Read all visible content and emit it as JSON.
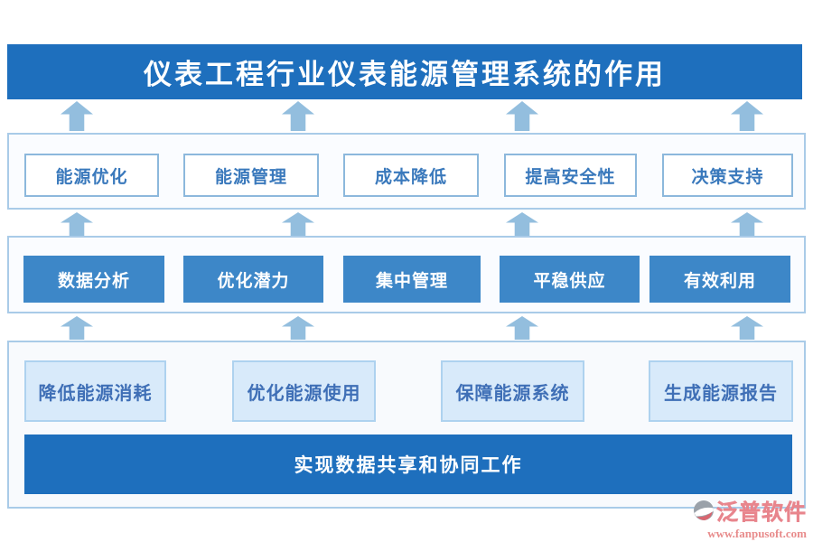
{
  "title": "仪表工程行业仪表能源管理系统的作用",
  "benefits": [
    "能源优化",
    "能源管理",
    "成本降低",
    "提高安全性",
    "决策支持"
  ],
  "functions": [
    "数据分析",
    "优化潜力",
    "集中管理",
    "平稳供应",
    "有效利用"
  ],
  "outcomes": [
    "降低能源消耗",
    "优化能源使用",
    "保障能源系统",
    "生成能源报告"
  ],
  "footer": {
    "label": "实现数据共享和协同工作"
  },
  "brand": {
    "name": "泛普软件",
    "url": "www.fanpusoft.com"
  },
  "icons": {
    "up_arrow": "block-arrow-up"
  },
  "colors": {
    "primary_blue": "#1e6fbd",
    "mid_blue": "#3d87c8",
    "light_fill": "#d8eafa",
    "panel_border": "#a9cbe8",
    "arrow_blue": "#93bede",
    "box_text_blue": "#3a79bc",
    "brand_pink": "#e8858d"
  }
}
